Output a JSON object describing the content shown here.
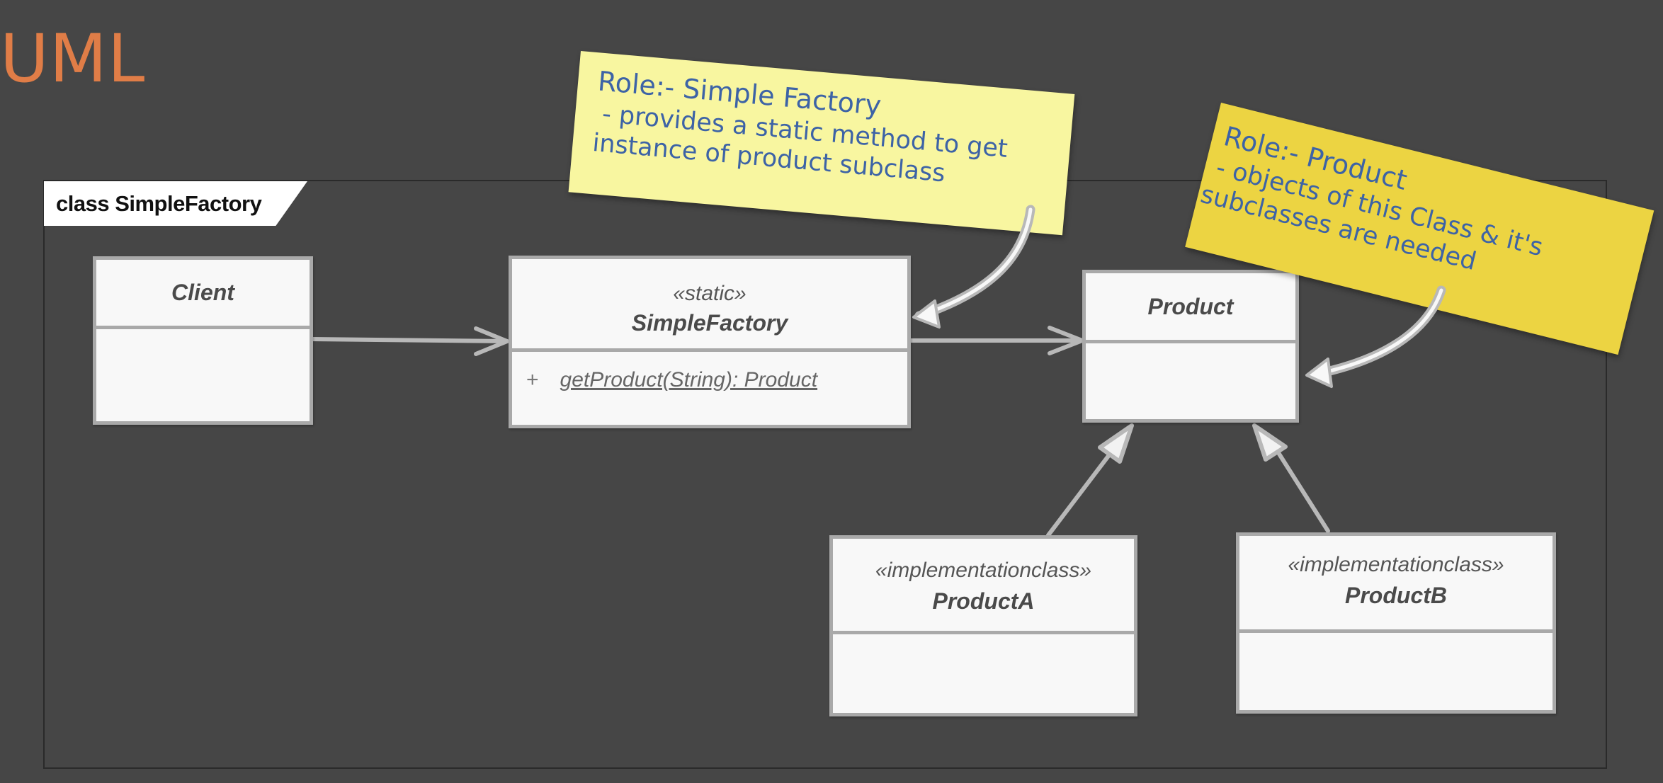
{
  "title": "UML",
  "frame_label": "class SimpleFactory",
  "classes": {
    "client": {
      "name": "Client"
    },
    "simple_factory": {
      "stereotype": "«static»",
      "name": "SimpleFactory",
      "operation": {
        "visibility": "+",
        "signature": "getProduct(String): Product"
      }
    },
    "product": {
      "name": "Product"
    },
    "product_a": {
      "stereotype": "«implementationclass»",
      "name": "ProductA"
    },
    "product_b": {
      "stereotype": "«implementationclass»",
      "name": "ProductB"
    }
  },
  "notes": {
    "simple_factory": {
      "line1": "Role:- Simple Factory",
      "line2": "- provides a static method to get",
      "line3": "instance of product subclass",
      "color": "#f8f6a0"
    },
    "product": {
      "line1": "Role:- Product",
      "line2": "- objects of this Class & it's",
      "line3": "subclasses are needed",
      "color": "#ecd442"
    }
  },
  "colors": {
    "background": "#464646",
    "title": "#e07d47",
    "note_text": "#3d63a6",
    "class_border": "#a9a9a9"
  }
}
